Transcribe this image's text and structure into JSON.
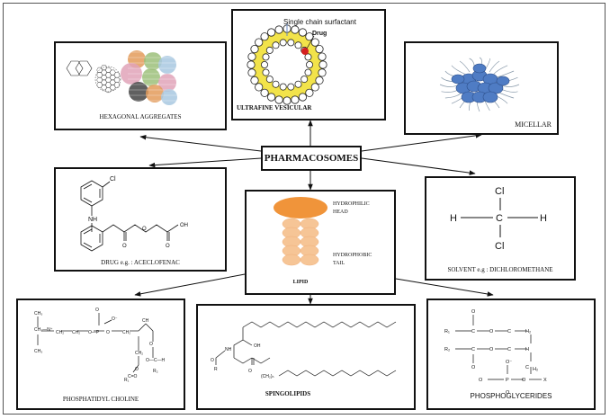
{
  "center": {
    "label": "PHARMACOSOMES"
  },
  "hexagonal": {
    "caption": "HEXAGONAL AGGREGATES"
  },
  "ultrafine": {
    "caption": "ULTRAFINE VESICULAR",
    "annotation_surfactant": "Single chain surfactant",
    "annotation_drug": "Drug"
  },
  "micellar": {
    "caption": "MICELLAR"
  },
  "drug": {
    "caption": "DRUG e.g. : ACECLOFENAC",
    "atom_cl": "Cl",
    "atom_nh": "NH",
    "atom_o": "O",
    "atom_oh": "OH"
  },
  "lipid": {
    "caption": "LIPID",
    "head_label_1": "HYDROPHILIC",
    "head_label_2": "HEAD",
    "tail_label_1": "HYDROPHOBIC",
    "tail_label_2": "TAIL"
  },
  "solvent": {
    "caption": "SOLVENT e.g : DICHLOROMETHANE",
    "atom_cl": "Cl",
    "atom_h": "H",
    "atom_c": "C"
  },
  "phosphatidyl": {
    "caption": "PHOSPHATIDYL CHOLINE"
  },
  "spingolipids": {
    "caption": "SPINGOLIPIDS"
  },
  "phosphoglycerides": {
    "caption": "PHOSPHOGLYCERIDES"
  },
  "colors": {
    "hex_orange": "#e39b5a",
    "hex_green": "#9cc07a",
    "hex_blue": "#a8c8e0",
    "hex_pink": "#e0a3b8",
    "hex_dark": "#444444",
    "vesicle_yellow": "#f2e34a",
    "drug_red": "#d42020",
    "micelle_blue": "#4f7cc4",
    "lipid_head": "#f0943a",
    "lipid_tail": "#f6c596"
  }
}
